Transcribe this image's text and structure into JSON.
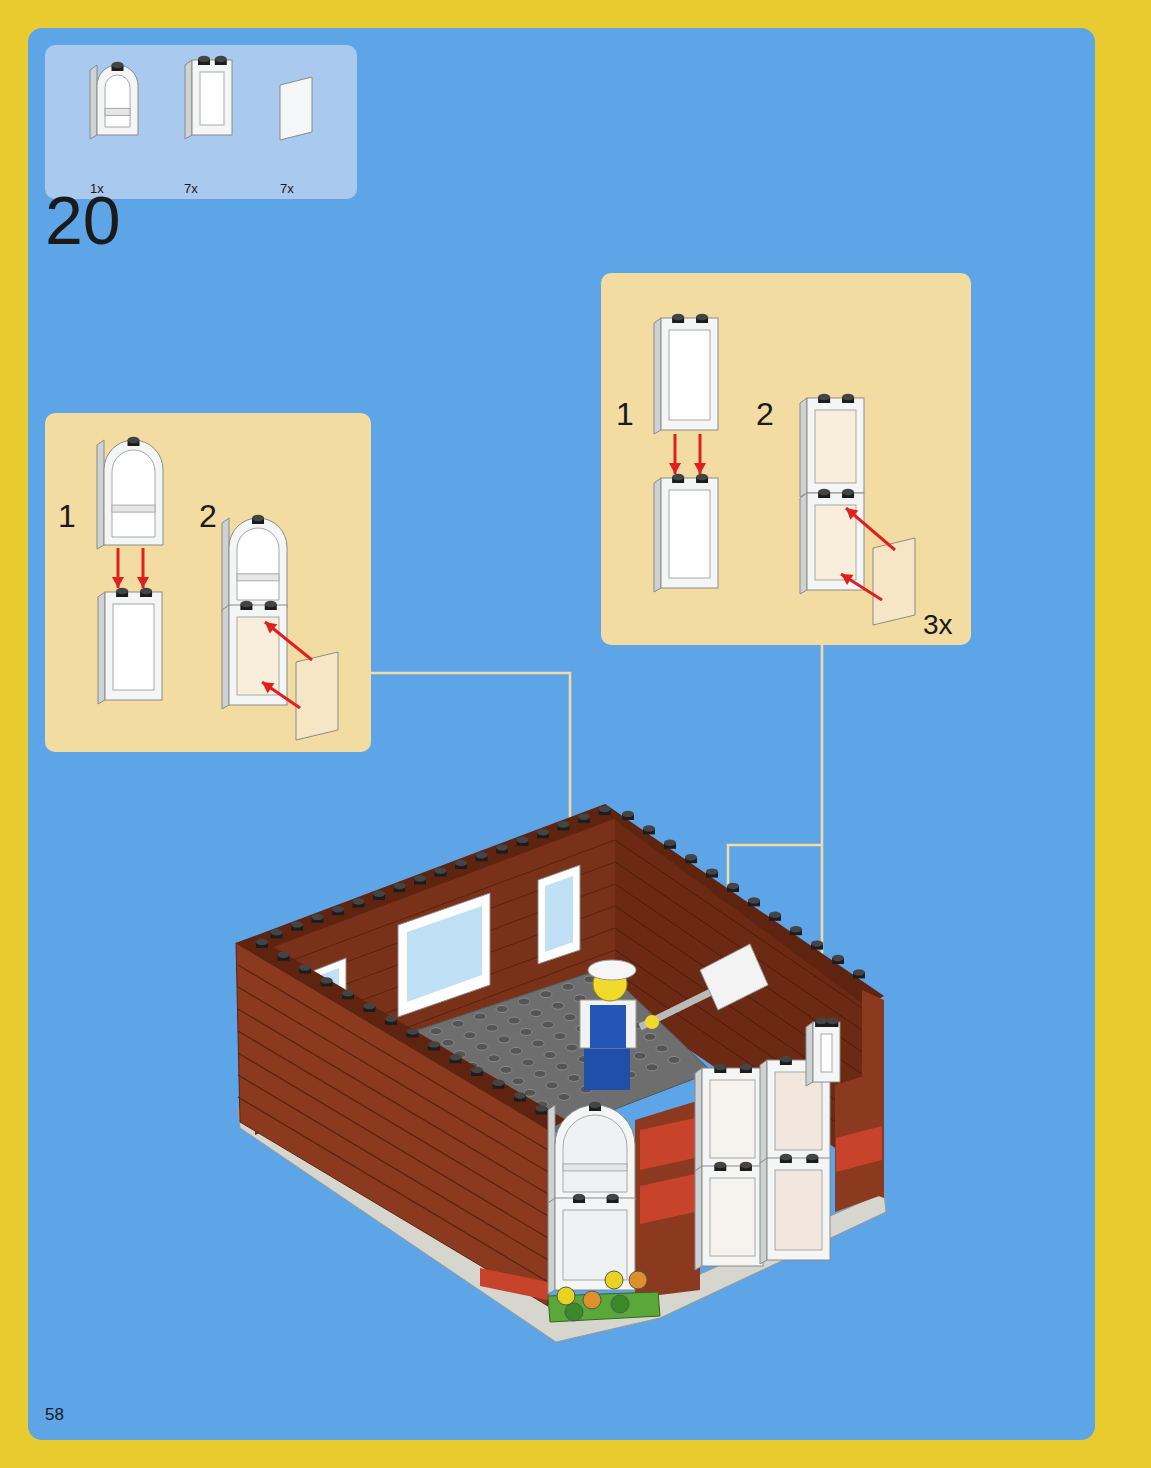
{
  "diagram": {
    "nodes": [
      {
        "text": [
          "1x",
          "7x",
          "7x"
        ]
      },
      {
        "text": [
          "1",
          "2"
        ]
      },
      {
        "text": [
          "1",
          "2",
          "3x"
        ]
      }
    ],
    "labels": [
      "20",
      "58"
    ]
  }
}
